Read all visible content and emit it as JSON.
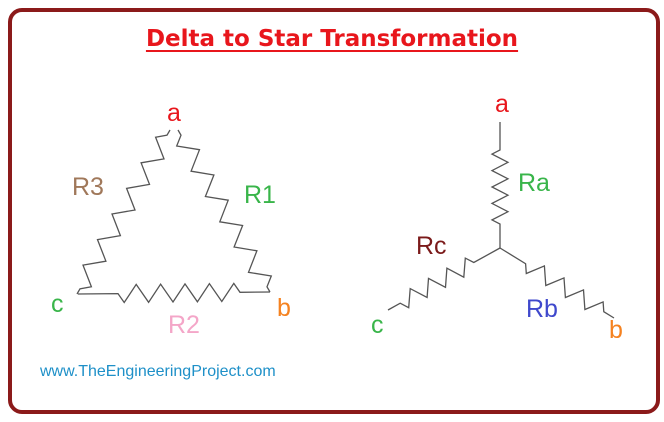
{
  "title": "Delta to Star Transformation",
  "colors": {
    "frame": "#8B1A1A",
    "title": "#E8161C",
    "wire": "#555555"
  },
  "delta": {
    "nodes": {
      "a": {
        "text": "a",
        "color": "#E8161C"
      },
      "b": {
        "text": "b",
        "color": "#F58220"
      },
      "c": {
        "text": "c",
        "color": "#39B54A"
      }
    },
    "resistors": {
      "r1": {
        "text": "R1",
        "color": "#39B54A"
      },
      "r2": {
        "text": "R2",
        "color": "#F4A6C8"
      },
      "r3": {
        "text": "R3",
        "color": "#A0785A"
      }
    }
  },
  "star": {
    "nodes": {
      "a": {
        "text": "a",
        "color": "#E8161C"
      },
      "b": {
        "text": "b",
        "color": "#F58220"
      },
      "c": {
        "text": "c",
        "color": "#39B54A"
      }
    },
    "resistors": {
      "ra": {
        "text": "Ra",
        "color": "#39B54A"
      },
      "rb": {
        "text": "Rb",
        "color": "#3F48CC"
      },
      "rc": {
        "text": "Rc",
        "color": "#7B1A1A"
      }
    }
  },
  "footer": {
    "url": "www.TheEngineeringProject.com"
  }
}
